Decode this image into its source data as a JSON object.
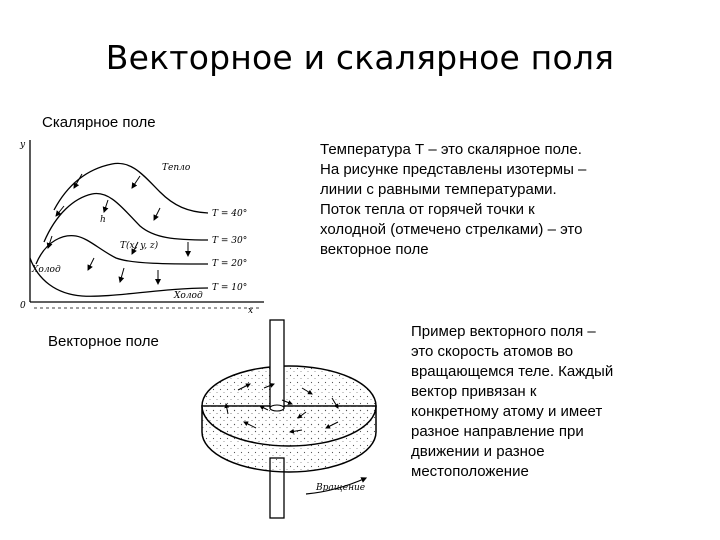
{
  "slide": {
    "title": "Векторное и скалярное поля",
    "scalar_label": "Скалярное поле",
    "vector_label": "Векторное поле",
    "scalar_text": [
      "Температура Т – это скалярное поле.",
      "На рисунке представлены изотермы –",
      "линии с равными температурами.",
      "Поток тепла от горячей точки к",
      "холодной (отмечено стрелками) – это",
      "векторное поле"
    ],
    "vector_text": [
      "Пример векторного поля –",
      "это скорость атомов во",
      "вращающемся теле. Каждый",
      "вектор привязан к",
      "конкретному атому и имеет",
      "разное направление при",
      "движении и разное",
      "местоположение"
    ]
  },
  "isotherm_figure": {
    "axis_y": "y",
    "axis_x": "x",
    "origin": "0",
    "hot_label": "Тепло",
    "cold_label_left": "Холод",
    "cold_label_bottom": "Холод",
    "gradient_label": "h",
    "point_label": "T(x, y, z)",
    "isotherms": [
      "T = 40°",
      "T = 30°",
      "T = 20°",
      "T = 10°"
    ]
  },
  "disk_figure": {
    "rotation_label": "Вращение"
  }
}
